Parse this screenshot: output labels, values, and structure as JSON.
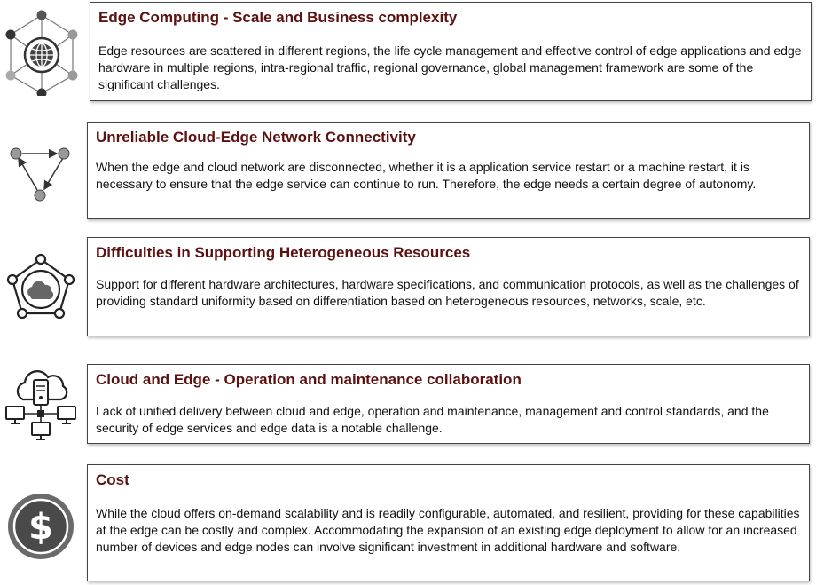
{
  "items": [
    {
      "icon": "globe-network-icon",
      "title": "Edge Computing - Scale and Business complexity",
      "body": "Edge resources are scattered in different regions, the life cycle management and effective control of edge applications and edge hardware in multiple regions, intra-regional traffic, regional governance, global management framework are some of the significant challenges."
    },
    {
      "icon": "triangle-nodes-icon",
      "title": "Unreliable Cloud-Edge Network Connectivity",
      "body": "When the edge and cloud network are disconnected, whether it is a application service restart or a machine restart, it is necessary to ensure that the edge service can continue to run. Therefore, the edge needs a certain degree of autonomy."
    },
    {
      "icon": "cloud-pentagon-icon",
      "title": "Difficulties in Supporting Heterogeneous Resources",
      "body": "Support for different hardware architectures, hardware specifications, and communication protocols, as well as the challenges of providing standard uniformity based on differentiation based on heterogeneous resources, networks, scale, etc."
    },
    {
      "icon": "cloud-server-network-icon",
      "title": "Cloud and Edge - Operation and maintenance collaboration",
      "body": "Lack of unified delivery between cloud and edge, operation and maintenance, management and control standards, and the security of edge services and edge data is a notable challenge."
    },
    {
      "icon": "dollar-coin-icon",
      "title": "Cost",
      "body": "While the cloud offers on-demand scalability and is readily configurable, automated, and resilient, providing for these capabilities at the edge can be costly and complex. Accommodating the expansion of an existing edge deployment to allow for an increased number of devices and edge nodes can involve significant investment in additional hardware and software."
    }
  ]
}
